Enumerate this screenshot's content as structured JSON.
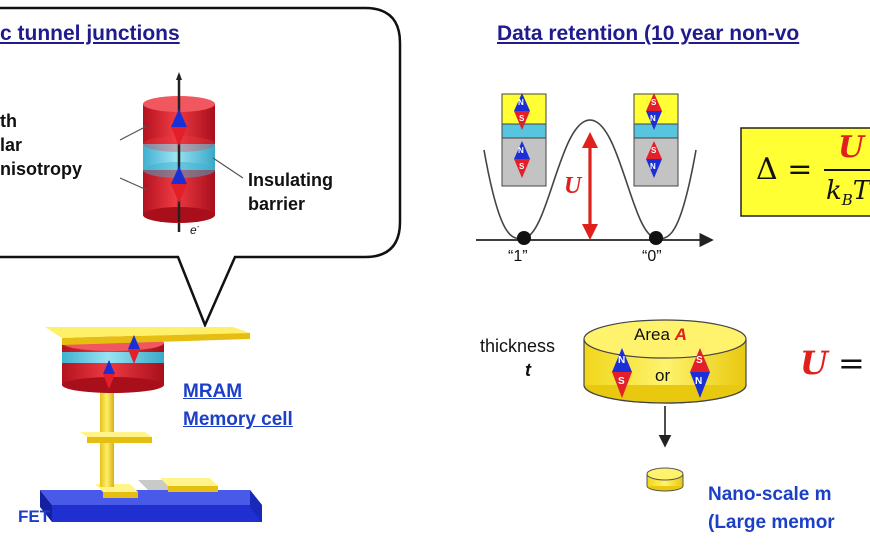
{
  "left_title": "c tunnel junctions",
  "left_label_lines": [
    "th",
    "lar",
    "nisotropy"
  ],
  "insulating_barrier": [
    "Insulating",
    "barrier"
  ],
  "electron_label": "e",
  "mram_label": [
    "MRAM",
    "Memory cell"
  ],
  "fet_label": "FET",
  "right_title": "Data retention (10 year non-vo",
  "state_one": "“1”",
  "state_zero": "“0”",
  "barrier_label": "U",
  "equation_delta": {
    "lhs": "Δ =",
    "numerator": "U",
    "denominator": "k",
    "denominator_sub": "B",
    "denominator_tail": "T"
  },
  "thickness_label": [
    "thickness",
    "t"
  ],
  "area_label": {
    "prefix": "Area ",
    "symbol": "A"
  },
  "or_label": "or",
  "equation_u": {
    "lhs": "U",
    "rhs": "="
  },
  "nano_label": [
    "Nano-scale m",
    "(Large memor"
  ],
  "magnet_poles": {
    "north": "N",
    "south": "S"
  },
  "colors": {
    "title_blue": "#1f1a8e",
    "link_blue": "#1c3fc7",
    "accent_red": "#e0201c",
    "magnet_red": "#d7263d",
    "barrier_cyan": "#57c4e0",
    "highlight_yellow": "#ffff33",
    "disk_yellow": "#ffee44",
    "wire_yellow": "#f5d21b",
    "substrate_blue": "#1f2fd0"
  }
}
